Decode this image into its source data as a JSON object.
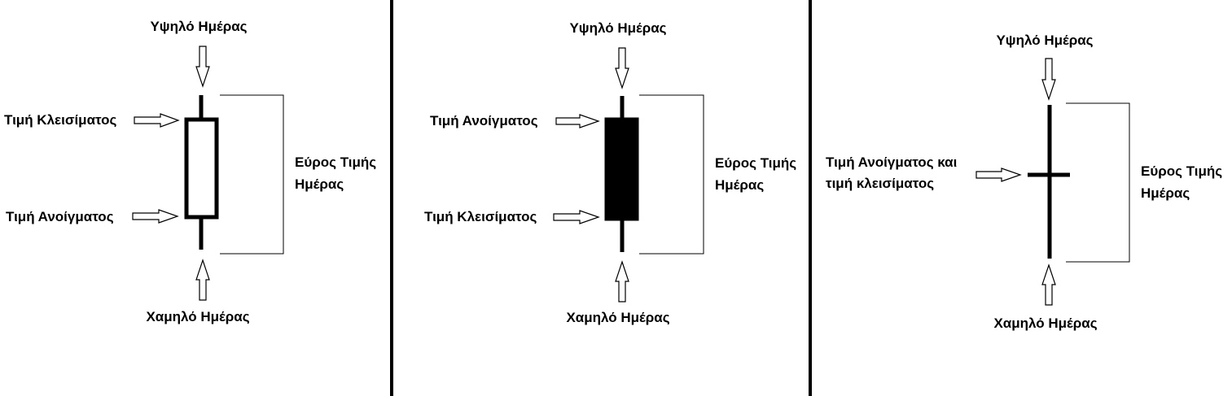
{
  "panels": [
    {
      "kind": "bullish",
      "high_label": "Υψηλό Ημέρας",
      "low_label": "Χαμηλό Ημέρας",
      "upper_body_label": "Τιμή Κλεισίματος",
      "lower_body_label": "Τιμή Ανοίγματος",
      "range_label": [
        "Εύρος Τιμής",
        "Ημέρας"
      ],
      "body_fill": "#ffffff"
    },
    {
      "kind": "bearish",
      "high_label": "Υψηλό Ημέρας",
      "low_label": "Χαμηλό Ημέρας",
      "upper_body_label": "Τιμή Ανοίγματος",
      "lower_body_label": "Τιμή Κλεισίματος",
      "range_label": [
        "Εύρος Τιμής",
        "Ημέρας"
      ],
      "body_fill": "#000000"
    },
    {
      "kind": "doji",
      "high_label": "Υψηλό Ημέρας",
      "low_label": "Χαμηλό Ημέρας",
      "open_close_label": [
        "Τιμή Ανοίγματος και",
        "τιμή κλεισίματος"
      ],
      "range_label": [
        "Εύρος Τιμής",
        "Ημέρας"
      ]
    }
  ],
  "colors": {
    "stroke": "#000000",
    "background": "#ffffff",
    "arrow_fill": "#ffffff"
  }
}
